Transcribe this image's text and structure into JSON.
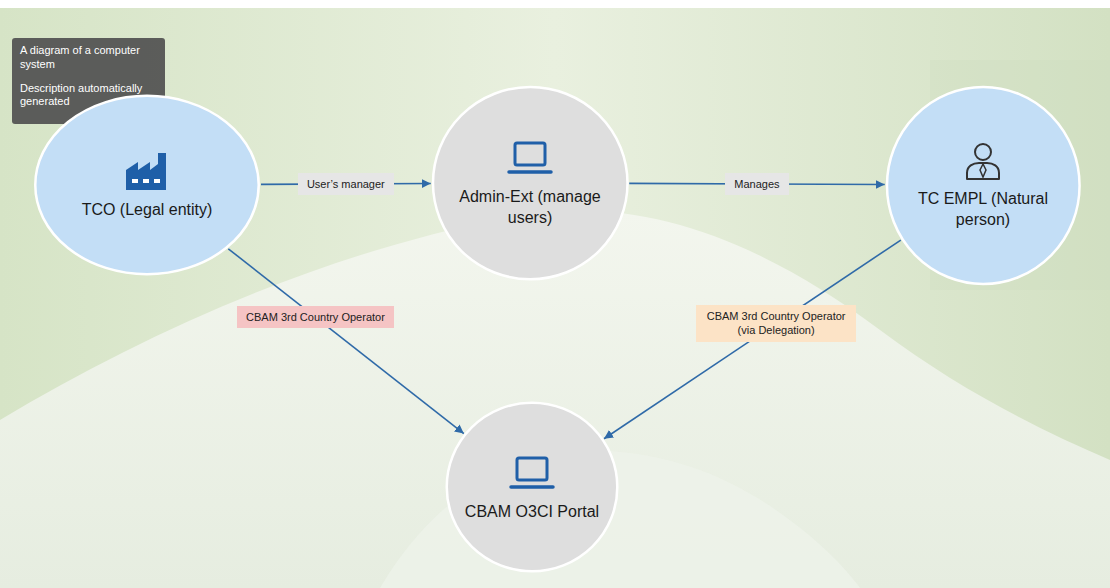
{
  "diagram": {
    "nodes": [
      {
        "text": [
          "A diagram of a computer system",
          "Description automatically generated"
        ]
      },
      {
        "text": [
          "TCO (Legal entity)"
        ]
      },
      {
        "text": [
          "Admin-Ext (manage users)"
        ]
      },
      {
        "text": [
          "TC EMPL (Natural person)"
        ]
      },
      {
        "text": [
          "CBAM O3CI Portal"
        ]
      }
    ],
    "edges": [
      {
        "from": 1,
        "to": 2,
        "label": "User’s manager",
        "arrow": "to"
      },
      {
        "from": 2,
        "to": 3,
        "label": "Manages",
        "arrow": "to"
      },
      {
        "from": 1,
        "to": 4,
        "label": "CBAM 3rd Country Operator",
        "arrow": "to"
      },
      {
        "from": 3,
        "to": 4,
        "label": "CBAM 3rd Country Operator (via Delegation)",
        "arrow": "to"
      }
    ]
  }
}
